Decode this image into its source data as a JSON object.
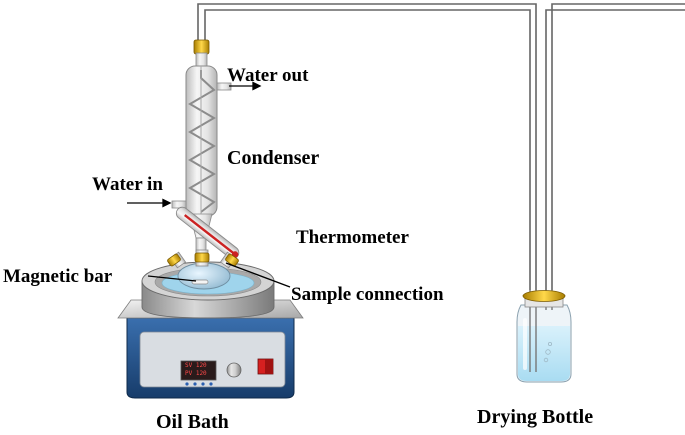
{
  "labels": {
    "water_out": "Water out",
    "condenser": "Condenser",
    "water_in": "Water in",
    "thermometer": "Thermometer",
    "magnetic_bar": "Magnetic bar",
    "sample_connection": "Sample connection",
    "oil_bath": "Oil Bath",
    "drying_bottle": "Drying Bottle"
  },
  "display": {
    "sv": "SV 120",
    "pv": "PV 120"
  },
  "colors": {
    "line": "#555555",
    "glass": "#d8d8d8",
    "brass": "#e0b000",
    "heater_blue": "#1f4f86",
    "bath_silver": "#c4c4c4",
    "water": "#bfe6f7",
    "switch_red": "#d62020"
  }
}
